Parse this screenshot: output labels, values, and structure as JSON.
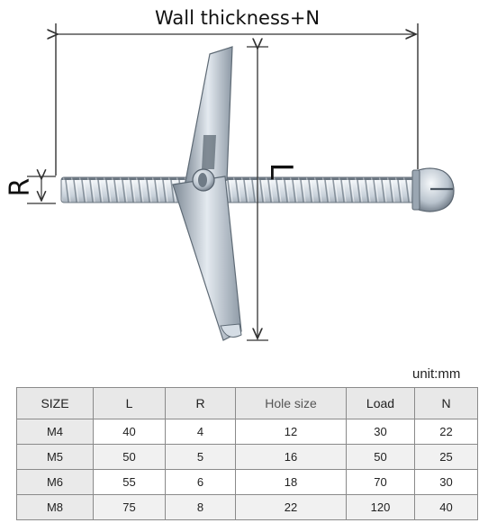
{
  "diagram": {
    "top_dimension_label": "Wall thickness+N",
    "radius_label": "R",
    "length_label": "L"
  },
  "unit_label": "unit:mm",
  "table": {
    "headers": [
      "SIZE",
      "L",
      "R",
      "Hole size",
      "Load",
      "N"
    ],
    "rows": [
      [
        "M4",
        "40",
        "4",
        "12",
        "30",
        "22"
      ],
      [
        "M5",
        "50",
        "5",
        "16",
        "50",
        "25"
      ],
      [
        "M6",
        "55",
        "6",
        "18",
        "70",
        "30"
      ],
      [
        "M8",
        "75",
        "8",
        "22",
        "120",
        "40"
      ]
    ]
  },
  "colors": {
    "metal_light": "#e6ecf2",
    "metal_mid": "#aab6c2",
    "metal_dark": "#5f6c78",
    "line": "#333333",
    "header_bg": "#e8e8e8"
  },
  "icons": [
    "toggle-bolt-illustration",
    "dimension-arrow"
  ]
}
